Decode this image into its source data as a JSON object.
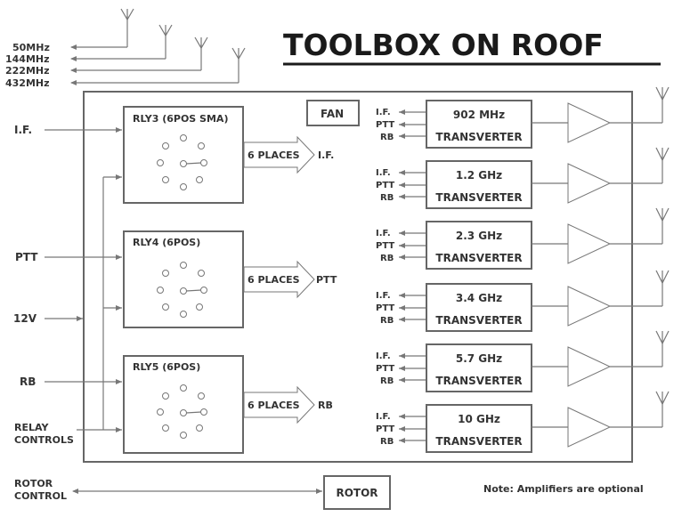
{
  "title": "TOOLBOX ON ROOF",
  "bands": [
    "50MHz",
    "144MHz",
    "222MHz",
    "432MHz"
  ],
  "inputs": {
    "if": "I.F.",
    "ptt": "PTT",
    "v12": "12V",
    "rb": "RB",
    "relay1": "RELAY",
    "relay2": "CONTROLS",
    "rotor1": "ROTOR",
    "rotor2": "CONTROL"
  },
  "fan": "FAN",
  "relays": [
    {
      "label": "RLY3 (6POS SMA)",
      "arrow": "6 PLACES",
      "out": "I.F."
    },
    {
      "label": "RLY4 (6POS)",
      "arrow": "6 PLACES",
      "out": "PTT"
    },
    {
      "label": "RLY5 (6POS)",
      "arrow": "6 PLACES",
      "out": "RB"
    }
  ],
  "sig": {
    "if": "I.F.",
    "ptt": "PTT",
    "rb": "RB"
  },
  "transverters": [
    {
      "freq": "902 MHz",
      "type": "TRANSVERTER"
    },
    {
      "freq": "1.2 GHz",
      "type": "TRANSVERTER"
    },
    {
      "freq": "2.3 GHz",
      "type": "TRANSVERTER"
    },
    {
      "freq": "3.4 GHz",
      "type": "TRANSVERTER"
    },
    {
      "freq": "5.7 GHz",
      "type": "TRANSVERTER"
    },
    {
      "freq": "10 GHz",
      "type": "TRANSVERTER"
    }
  ],
  "rotor": "ROTOR",
  "note": "Note: Amplifiers are optional"
}
